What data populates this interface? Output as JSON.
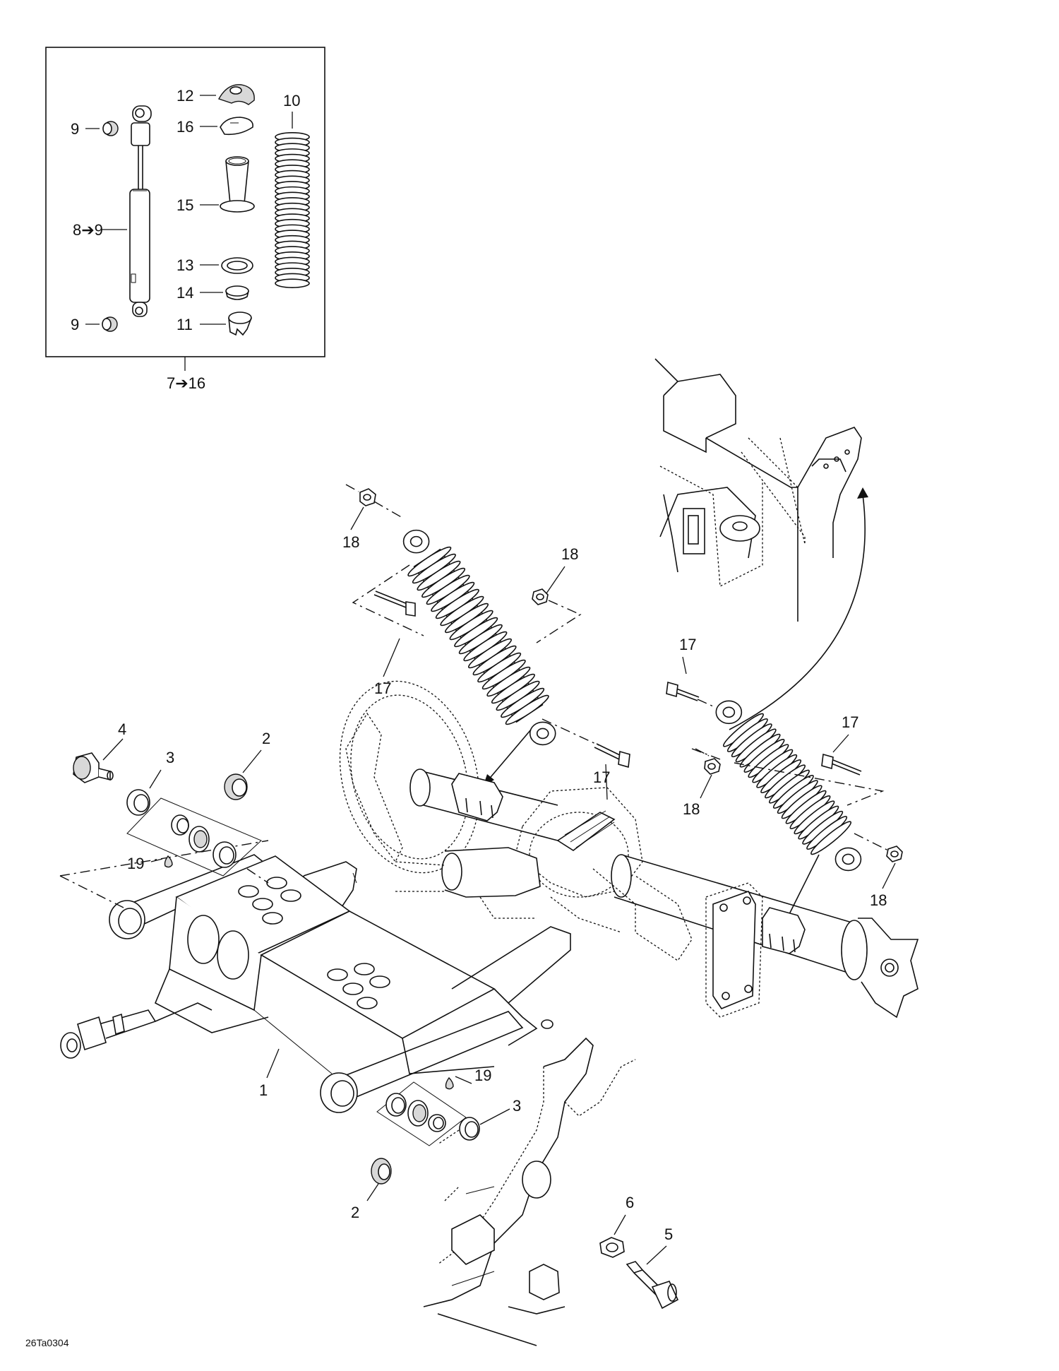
{
  "diagram": {
    "kit": {
      "callout_range": "7➔16",
      "labels": {
        "c9_top": "9",
        "c8_9": "8➔9",
        "c9_bottom": "9",
        "c12": "12",
        "c16": "16",
        "c15": "15",
        "c13": "13",
        "c14": "14",
        "c11": "11",
        "c10": "10"
      }
    },
    "callouts": {
      "c18_a": "18",
      "c18_b": "18",
      "c17_a": "17",
      "c17_b": "17",
      "c17_c": "17",
      "c17_d": "17",
      "c18_c": "18",
      "c18_d": "18",
      "c4": "4",
      "c3_a": "3",
      "c2_a": "2",
      "c19_a": "19",
      "c1": "1",
      "c19_b": "19",
      "c3_b": "3",
      "c2_b": "2",
      "c6": "6",
      "c5": "5"
    },
    "figure_code": "26Ta0304"
  }
}
